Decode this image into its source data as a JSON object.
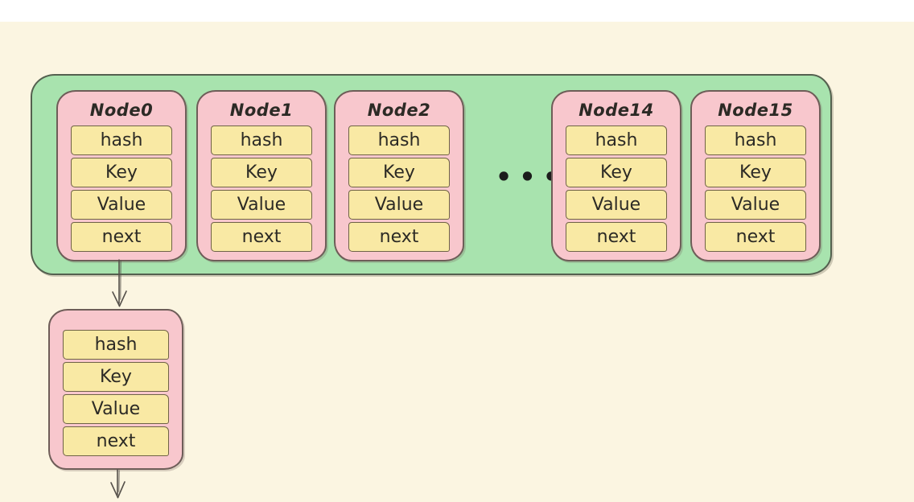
{
  "diagram": {
    "bucket_container": {
      "nodes": [
        {
          "title": "Node0",
          "cells": [
            "hash",
            "Key",
            "Value",
            "next"
          ]
        },
        {
          "title": "Node1",
          "cells": [
            "hash",
            "Key",
            "Value",
            "next"
          ]
        },
        {
          "title": "Node2",
          "cells": [
            "hash",
            "Key",
            "Value",
            "next"
          ]
        },
        {
          "title": "Node14",
          "cells": [
            "hash",
            "Key",
            "Value",
            "next"
          ]
        },
        {
          "title": "Node15",
          "cells": [
            "hash",
            "Key",
            "Value",
            "next"
          ]
        }
      ],
      "ellipsis": "•••"
    },
    "chain_node": {
      "cells": [
        "hash",
        "Key",
        "Value",
        "next"
      ]
    },
    "colors": {
      "page_background": "#fbf5e1",
      "top_strip": "#ffffff",
      "bucket_fill": "#a8e3ae",
      "bucket_stroke": "#54604f",
      "node_fill": "#f8c7cd",
      "node_stroke": "#6e5d58",
      "cell_fill": "#f9e9a4",
      "cell_stroke": "#6f6346",
      "text": "#2c2a25",
      "arrow": "#55504a",
      "ellipsis_color": "#1c1c1c"
    }
  }
}
